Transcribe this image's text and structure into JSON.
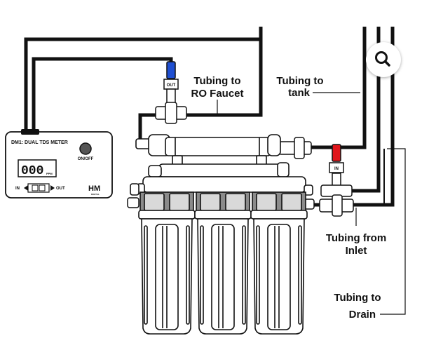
{
  "labels": {
    "faucet_line1": "Tubing to",
    "faucet_line2": "RO Faucet",
    "tank_line1": "Tubing to",
    "tank_line2": "tank",
    "inlet_line1": "Tubing from",
    "inlet_line2": "Inlet",
    "drain_line1": "Tubing to",
    "drain_line2": "Drain"
  },
  "meter": {
    "title": "DM1: DUAL TDS METER",
    "onoff": "ON/OFF",
    "display": "000",
    "unit": "PPM",
    "in_label": "IN",
    "out_label": "OUT",
    "brand": "HM",
    "brand_sub": "DIGITAL"
  },
  "fittings": {
    "out_tag": "OUT",
    "in_tag": "IN"
  },
  "colors": {
    "out_valve": "#1f4fd1",
    "in_valve": "#e0151b"
  },
  "zoom_icon": "magnifier-icon"
}
